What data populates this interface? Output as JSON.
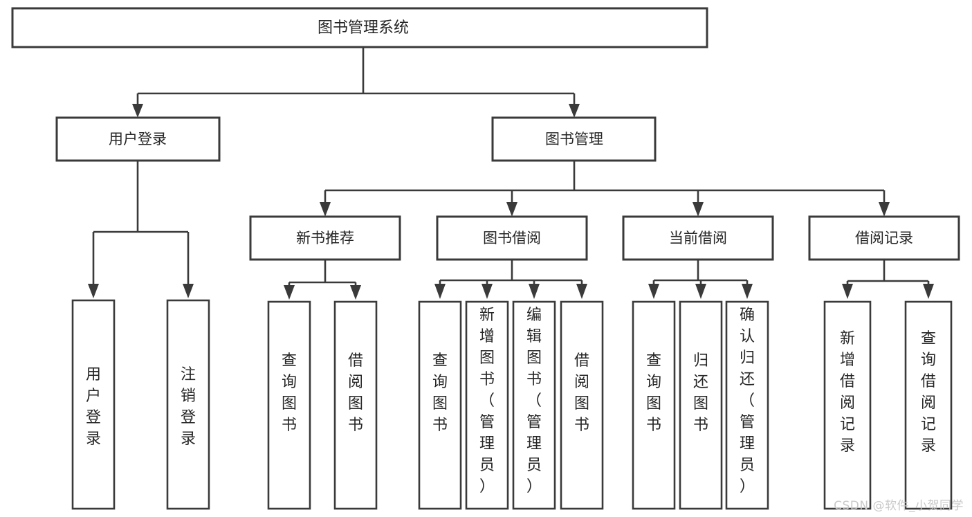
{
  "diagram": {
    "type": "tree-hierarchy-flowchart",
    "title": "图书管理系统",
    "watermark": "CSDN @软件_小贺同学",
    "colors": {
      "stroke": "#3a3a3a",
      "box_fill": "#ffffff",
      "text": "#262626",
      "background": "#ffffff",
      "watermark": "#c9c9c9"
    },
    "root": {
      "label": "图书管理系统"
    },
    "level2": [
      {
        "label": "用户登录"
      },
      {
        "label": "图书管理"
      }
    ],
    "level3": [
      {
        "label": "新书推荐"
      },
      {
        "label": "图书借阅"
      },
      {
        "label": "当前借阅"
      },
      {
        "label": "借阅记录"
      }
    ],
    "leaves": {
      "user_login": [
        {
          "label": "用户登录"
        },
        {
          "label": "注销登录"
        }
      ],
      "new_book_recommend": [
        {
          "label": "查询图书"
        },
        {
          "label": "借阅图书"
        }
      ],
      "book_borrow": [
        {
          "label": "查询图书"
        },
        {
          "label": "新增图书（管理员）"
        },
        {
          "label": "编辑图书（管理员）"
        },
        {
          "label": "借阅图书"
        }
      ],
      "current_borrow": [
        {
          "label": "查询图书"
        },
        {
          "label": "归还图书"
        },
        {
          "label": "确认归还（管理员）"
        }
      ],
      "borrow_record": [
        {
          "label": "新增借阅记录"
        },
        {
          "label": "查询借阅记录"
        }
      ]
    }
  }
}
